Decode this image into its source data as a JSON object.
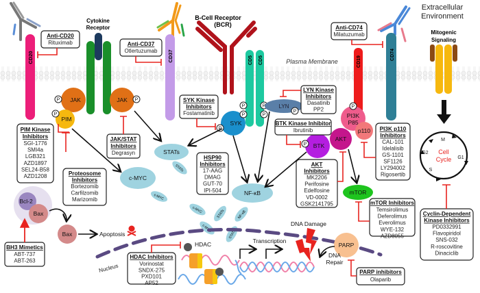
{
  "labels": {
    "extracellular": [
      "Extracellular",
      "Environment"
    ],
    "mitogenic": [
      "Mitogenic",
      "Signaling"
    ],
    "cytokine_receptor": [
      "Cytokine",
      "Receptor"
    ],
    "bcr": [
      "B-Cell Receptor",
      "(BCR)"
    ],
    "plasma_membrane": "Plasma Membrane",
    "nucleus": "Nucleus",
    "apoptosis": "Apoptosis",
    "dna_damage": "DNA Damage",
    "transcription": "Transcription",
    "dna_repair": [
      "DNA",
      "Repair"
    ],
    "hdac": "HDAC",
    "phospho": "P"
  },
  "proteins": {
    "cd20": "CD20",
    "cd37": "CD37",
    "cd5": "CD5",
    "cd19": "CD19",
    "cd74": "CD74",
    "jak": "JAK",
    "pim": "PIM",
    "syk": "SYK",
    "lyn": "LYN",
    "pi3k": [
      "PI3K",
      "P85"
    ],
    "p110": "p110",
    "akt": "AKT",
    "btk": "BTK",
    "mtor": "mTOR",
    "stats": "STATs",
    "cmyc": "c-MYC",
    "nfkb": "NF-κB",
    "bcl2": "Bcl-2",
    "bax": "Bax",
    "parp": "PARP"
  },
  "cell_cycle": {
    "title": [
      "Cell",
      "Cycle"
    ],
    "phases": [
      "M",
      "G1",
      "S",
      "G2"
    ]
  },
  "inhibitor_boxes": {
    "anti_cd20": {
      "title": "Anti-CD20",
      "drugs": [
        "Rituximab"
      ]
    },
    "anti_cd37": {
      "title": "Anti-CD37",
      "drugs": [
        "Otlertuzumab"
      ]
    },
    "anti_cd74": {
      "title": "Anti-CD74",
      "drugs": [
        "Milatuzumab"
      ]
    },
    "syk": {
      "title": [
        "SYK Kinase",
        "Inhibitors"
      ],
      "drugs": [
        "Fostamatinib"
      ]
    },
    "lyn": {
      "title": [
        "LYN Kinase",
        "Inhibitors"
      ],
      "drugs": [
        "Dasatinib",
        "PP2"
      ]
    },
    "btk": {
      "title": "BTK Kinase Inhibitor",
      "drugs": [
        "Ibrutinib"
      ]
    },
    "pi3k": {
      "title": [
        "PI3K p110",
        "Inhibitors"
      ],
      "drugs": [
        "CAL-101",
        "Idelalisib",
        "GS-1101",
        "SF1126",
        "LY294002",
        "Rigosertib"
      ]
    },
    "pim": {
      "title": [
        "PIM Kinase",
        "Inhibitors"
      ],
      "drugs": [
        "SGI-1776",
        "SMI4a",
        "LGB321",
        "AZD1897",
        "SEL24-B58",
        "AZD1208"
      ]
    },
    "jakstat": {
      "title": [
        "JAK/STAT",
        "Inhibitors"
      ],
      "drugs": [
        "Degrasyn"
      ]
    },
    "hsp90": {
      "title": [
        "HSP90",
        "Inhibitors"
      ],
      "drugs": [
        "17-AAG",
        "DMAG",
        "GUT-70",
        "IPI-504"
      ]
    },
    "proteosome": {
      "title": [
        "Proteosome",
        "Inhibitors"
      ],
      "drugs": [
        "Bortezomib",
        "Carfilzomib",
        "Marizomib"
      ]
    },
    "akt": {
      "title": [
        "AKT",
        "Inhibitors"
      ],
      "drugs": [
        "MK2206",
        "Perifosine",
        "Edelfosine",
        "VD-0002",
        "GSK2141795"
      ]
    },
    "mtor": {
      "title": "mTOR Inhibitors",
      "drugs": [
        "Temsirolimus",
        "Deferolimus",
        "Everolimus",
        "WYE-132",
        "AZD8055"
      ]
    },
    "cdk": {
      "title": [
        "Cyclin-Dependent",
        "Kinase Inhibitors"
      ],
      "drugs": [
        "PD0332991",
        "Flavopiridol",
        "SNS-032",
        "R-roscovitine",
        "Dinaciclib"
      ]
    },
    "bh3": {
      "title": "BH3 Mimetics",
      "drugs": [
        "ABT-737",
        "ABT-263"
      ]
    },
    "hdac": {
      "title": "HDAC Inhibitors",
      "drugs": [
        "Vorinostat",
        "SNDX-275",
        "PXD101",
        "AP52"
      ]
    },
    "parp": {
      "title": "PARP inhibitors",
      "drugs": [
        "Olaparib"
      ]
    }
  },
  "colors": {
    "inhibition": "#e8231f",
    "cd20": "#ec1e79",
    "cd37": "#c39be8",
    "cd5": "#1dc9a0",
    "cd19": "#ee1c1c",
    "cd74": "#2f7f96",
    "bcr": "#b0121b",
    "cytokine": "#1a8f2a",
    "jak": "#e07016",
    "pim": "#f6b80f",
    "syk": "#1a8fcc",
    "lyn": "#5a7fa8",
    "btk": "#b41ee0",
    "akt": "#c4168c",
    "pi3k": "#ef5c8c",
    "p110": "#f2787a",
    "mtor": "#1ec41e",
    "nuclear_factor": "#9fd3e0",
    "parp": "#f8c090",
    "nucleus": "#5a4a82"
  }
}
